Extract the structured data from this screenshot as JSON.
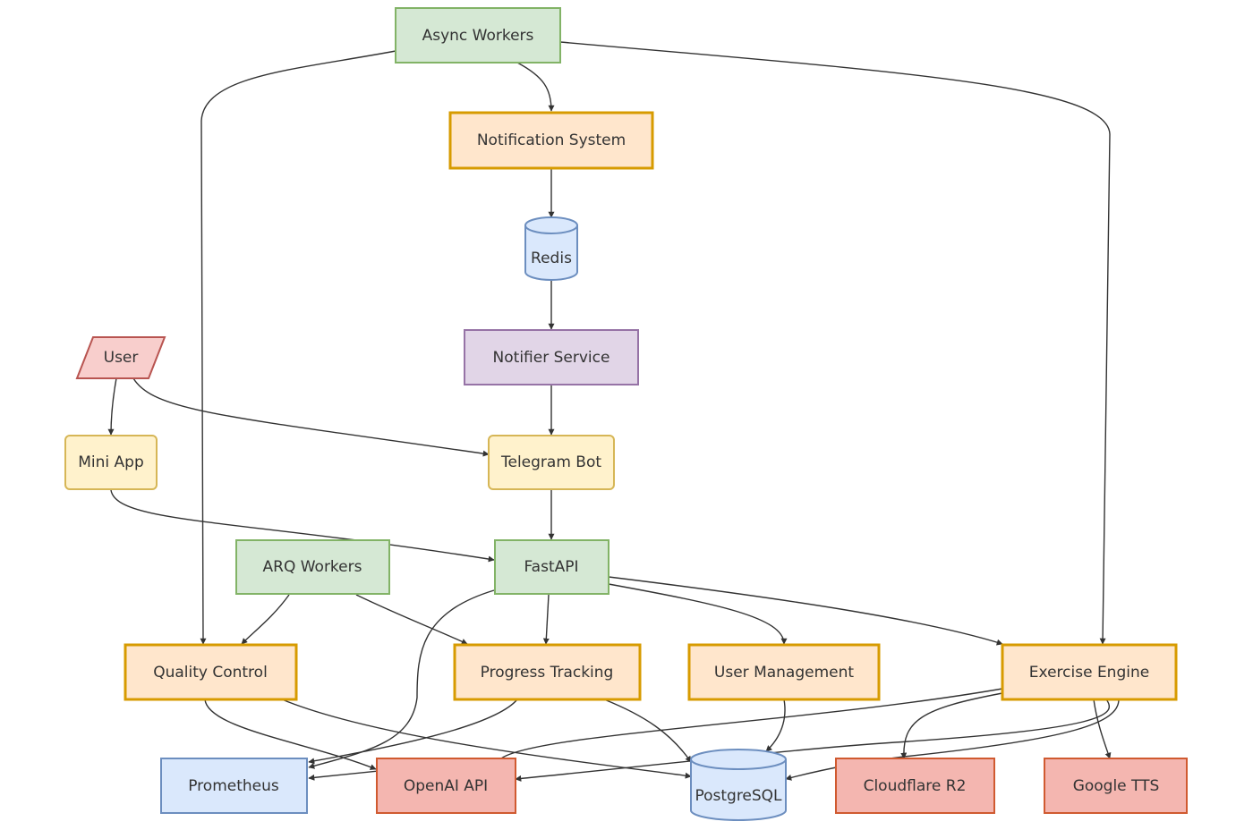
{
  "nodes": {
    "async_workers": "Async Workers",
    "notification_system": "Notification System",
    "redis": "Redis",
    "notifier_service": "Notifier Service",
    "user": "User",
    "mini_app": "Mini App",
    "telegram_bot": "Telegram Bot",
    "arq_workers": "ARQ Workers",
    "fastapi": "FastAPI",
    "quality_control": "Quality Control",
    "progress_tracking": "Progress Tracking",
    "user_management": "User Management",
    "exercise_engine": "Exercise Engine",
    "prometheus": "Prometheus",
    "openai_api": "OpenAI API",
    "postgresql": "PostgreSQL",
    "cloudflare_r2": "Cloudflare R2",
    "google_tts": "Google TTS"
  },
  "colors": {
    "worker_fill": "#d5e8d4",
    "worker_stroke": "#82b366",
    "service_fill": "#ffe6cc",
    "service_stroke": "#d79b00",
    "storage_fill": "#dae8fc",
    "storage_stroke": "#6c8ebf",
    "notifier_fill": "#e1d5e7",
    "notifier_stroke": "#9673a6",
    "client_fill": "#fff2cc",
    "client_stroke": "#d6b656",
    "user_fill": "#f8cecc",
    "user_stroke": "#b85450",
    "external_fill": "#f4b6b0",
    "external_stroke": "#d05a30",
    "edge": "#333333"
  },
  "edges": [
    {
      "from": "async_workers",
      "to": "notification_system"
    },
    {
      "from": "async_workers",
      "to": "quality_control"
    },
    {
      "from": "async_workers",
      "to": "exercise_engine"
    },
    {
      "from": "notification_system",
      "to": "redis"
    },
    {
      "from": "redis",
      "to": "notifier_service"
    },
    {
      "from": "notifier_service",
      "to": "telegram_bot"
    },
    {
      "from": "user",
      "to": "mini_app"
    },
    {
      "from": "user",
      "to": "telegram_bot"
    },
    {
      "from": "mini_app",
      "to": "fastapi"
    },
    {
      "from": "telegram_bot",
      "to": "fastapi"
    },
    {
      "from": "fastapi",
      "to": "progress_tracking"
    },
    {
      "from": "fastapi",
      "to": "user_management"
    },
    {
      "from": "fastapi",
      "to": "exercise_engine"
    },
    {
      "from": "fastapi",
      "to": "prometheus"
    },
    {
      "from": "arq_workers",
      "to": "quality_control"
    },
    {
      "from": "arq_workers",
      "to": "progress_tracking"
    },
    {
      "from": "quality_control",
      "to": "openai_api"
    },
    {
      "from": "quality_control",
      "to": "postgresql"
    },
    {
      "from": "progress_tracking",
      "to": "prometheus"
    },
    {
      "from": "progress_tracking",
      "to": "postgresql"
    },
    {
      "from": "user_management",
      "to": "postgresql"
    },
    {
      "from": "exercise_engine",
      "to": "prometheus"
    },
    {
      "from": "exercise_engine",
      "to": "cloudflare_r2"
    },
    {
      "from": "exercise_engine",
      "to": "google_tts"
    },
    {
      "from": "exercise_engine",
      "to": "openai_api"
    },
    {
      "from": "exercise_engine",
      "to": "postgresql"
    }
  ]
}
